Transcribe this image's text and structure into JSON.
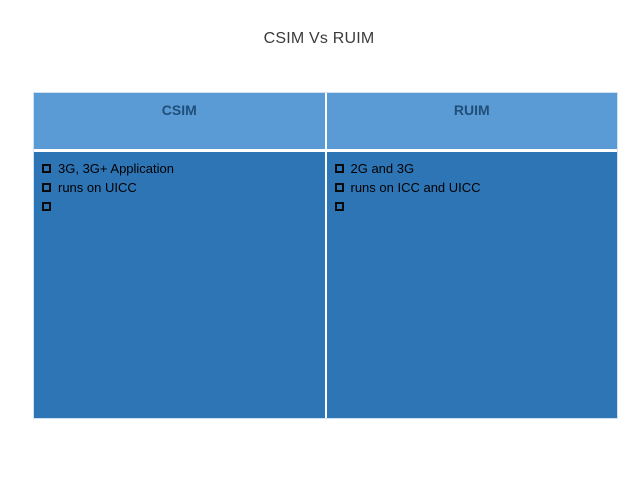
{
  "slide": {
    "title": "CSIM Vs RUIM"
  },
  "table": {
    "columns": [
      {
        "header": "CSIM",
        "items": [
          {
            "bullet_icon": "square-bullet-icon",
            "text": "3G, 3G+ Application"
          },
          {
            "bullet_icon": "square-bullet-icon",
            "text": "runs on UICC"
          },
          {
            "bullet_icon": "square-bullet-icon",
            "text": ""
          }
        ]
      },
      {
        "header": "RUIM",
        "items": [
          {
            "bullet_icon": "square-bullet-icon",
            "text": "2G and 3G"
          },
          {
            "bullet_icon": "square-bullet-icon",
            "text": "runs on ICC and UICC"
          },
          {
            "bullet_icon": "square-bullet-icon",
            "text": ""
          }
        ]
      }
    ]
  },
  "colors": {
    "header_fill": "#5B9BD5",
    "body_fill": "#2E75B6",
    "header_text": "#1F4E79",
    "body_text": "#000000",
    "title_text": "#3B3B3B",
    "cell_border": "#FFFFFF",
    "outer_border": "#CFE2F3"
  }
}
